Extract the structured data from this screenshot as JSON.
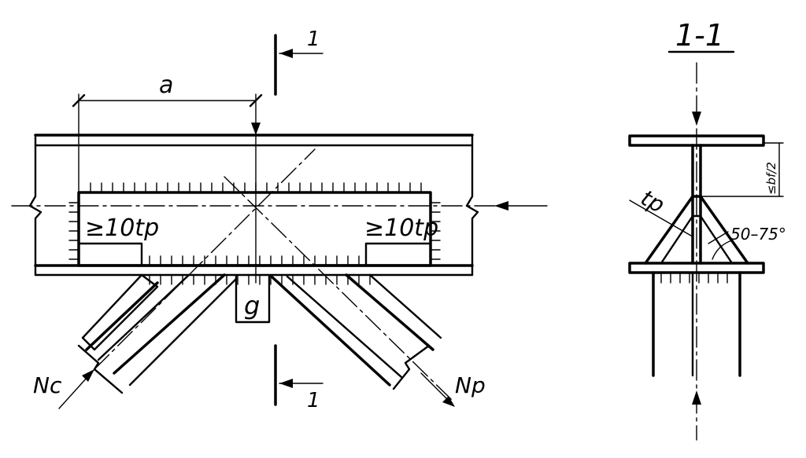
{
  "labels": {
    "section_mark_top": "1",
    "section_mark_bottom": "1",
    "dimension_a": "a",
    "gap_g": "g",
    "weld_left": "≥10tp",
    "weld_right": "≥10tp",
    "force_compression": "Nc",
    "force_tension": "Np",
    "section_title": "1-1",
    "thickness_tp": "tp",
    "angle_range": "50–75°",
    "edge_limit": "≤bf/2"
  }
}
